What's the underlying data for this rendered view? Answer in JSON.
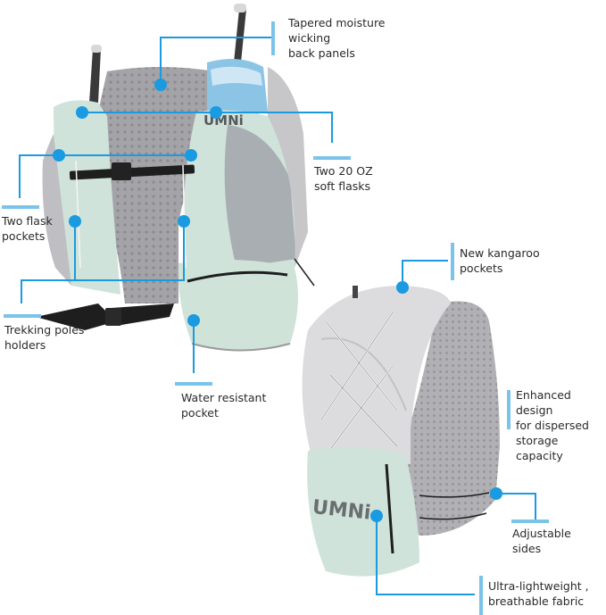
{
  "brand": {
    "logo_text": "UMNi",
    "accent_color": "#1a9ae0",
    "bar_color": "#7cc3ea"
  },
  "callouts": [
    {
      "id": "back-panels",
      "label": "Tapered moisture\nwicking\nback panels"
    },
    {
      "id": "soft-flasks",
      "label": "Two 20 OZ\nsoft flasks"
    },
    {
      "id": "flask-pockets",
      "label": "Two flask\npockets"
    },
    {
      "id": "trekking-poles",
      "label": "Trekking poles\nholders"
    },
    {
      "id": "water-resistant",
      "label": "Water resistant\npocket"
    },
    {
      "id": "kangaroo-pockets",
      "label": "New kangaroo\npockets"
    },
    {
      "id": "enhanced-design",
      "label": "Enhanced design\nfor dispersed\nstorage capacity"
    },
    {
      "id": "adjustable-sides",
      "label": "Adjustable\nsides"
    },
    {
      "id": "ultralight-fabric",
      "label": "Ultra-lightweight ,\nbreathable fabric"
    }
  ],
  "colors": {
    "mint": "#cfe3da",
    "grey_mesh": "#9a9a9f",
    "light_grey": "#dcdcdc",
    "strap": "#1e1e1e",
    "flask": "#8cc4e6"
  }
}
